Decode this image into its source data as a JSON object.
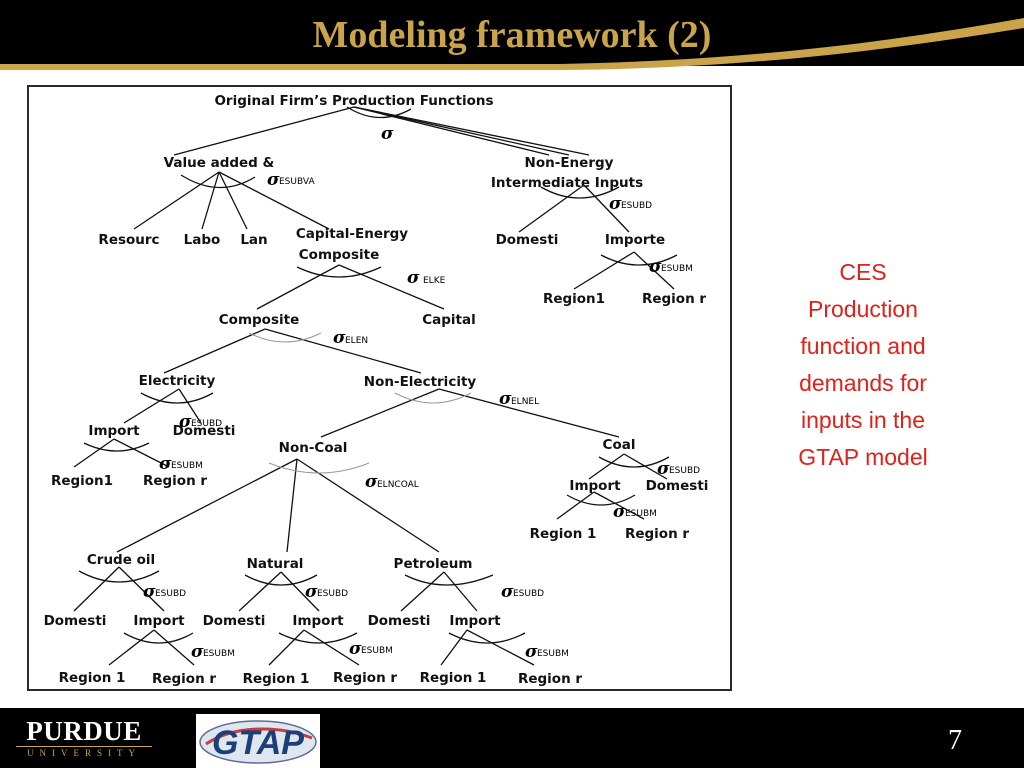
{
  "slide": {
    "title": "Modeling framework (2)",
    "page_number": "7",
    "side_note": [
      "CES",
      "Production",
      "function and",
      "demands for",
      "inputs in the",
      "GTAP model"
    ]
  },
  "colors": {
    "title": "#c9a44b",
    "side_note": "#e0201a",
    "bar": "#000000",
    "gold": "#c9a44b"
  },
  "logos": {
    "purdue_name": "PURDUE",
    "purdue_sub": "UNIVERSITY",
    "gtap": "GTAP"
  },
  "diagram": {
    "root": "Original Firm’s Production Functions",
    "sigma_root": "σ",
    "value_added": "Value added &",
    "sigma_esubva": "ESUBVA",
    "non_energy_1": "Non-Energy",
    "non_energy_2": "Intermediate Inputs",
    "sigma_esubd": "ESUBD",
    "resource": "Resourc",
    "labor": "Labo",
    "land": "Lan",
    "capital_energy_1": "Capital-Energy",
    "capital_energy_2": "Composite",
    "sigma_elke": "ELKE",
    "domestic": "Domesti",
    "imported": "Importe",
    "sigma_esubm": "ESUBM",
    "region1": "Region1",
    "region_r": "Region r",
    "composite": "Composite",
    "capital": "Capital",
    "sigma_elen": "ELEN",
    "electricity": "Electricity",
    "non_electricity": "Non-Electricity",
    "sigma_elnel": "ELNEL",
    "import": "Import",
    "non_coal": "Non-Coal",
    "coal": "Coal",
    "sigma_elncoal": "ELNCOAL",
    "region_1": "Region 1",
    "crude_oil": "Crude oil",
    "natural": "Natural",
    "petroleum": "Petroleum"
  }
}
